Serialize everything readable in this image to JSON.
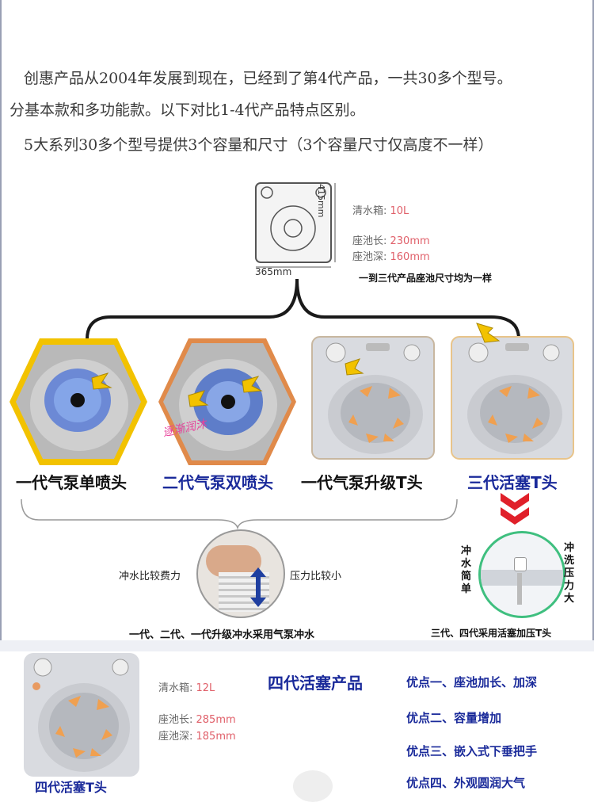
{
  "intro": {
    "line1": "创惠产品从2004年发展到现在，已经到了第4代产品，一共30多个型号。",
    "line2": "分基本款和多功能款。以下对比1-4代产品特点区别。",
    "line3": "5大系列30多个型号提供3个容量和尺寸（3个容量尺寸仅高度不一样）"
  },
  "spec_top": {
    "height_dim": "415mm",
    "width_dim": "365mm",
    "tank_label": "清水箱: ",
    "tank_value": "10L",
    "seat_len_label": "座池长: ",
    "seat_len_value": "230mm",
    "seat_dep_label": "座池深: ",
    "seat_dep_value": "160mm",
    "note": "一到三代产品座池尺寸均为一样"
  },
  "products": [
    {
      "caption": "一代气泵单喷头"
    },
    {
      "caption": "二代气泵双喷头",
      "watermark": "逐渐润沐"
    },
    {
      "caption": "一代气泵升级T头"
    },
    {
      "caption": "三代活塞T头"
    }
  ],
  "pump": {
    "left_label": "冲水比较费力",
    "right_label": "压力比较小",
    "bottom_note": "一代、二代、一代升级冲水采用气泵冲水"
  },
  "piston": {
    "left_vertical": "冲水简单",
    "right_vertical": "冲洗压力大",
    "bottom_note": "三代、四代采用活塞加压T头"
  },
  "gen4": {
    "tank_label": "清水箱: ",
    "tank_value": "12L",
    "seat_len_label": "座池长: ",
    "seat_len_value": "285mm",
    "seat_dep_label": "座池深: ",
    "seat_dep_value": "185mm",
    "title": "四代活塞产品",
    "caption": "四代活塞T头",
    "advantages": [
      "优点一、座池加长、加深",
      "优点二、容量增加",
      "优点三、嵌入式下垂把手",
      "优点四、外观圆润大气"
    ]
  },
  "colors": {
    "accent_blue": "#1a2a9a",
    "value_pink": "#e0606a",
    "arrow_orange": "#f0a050",
    "gen1_frame": "#f2c200",
    "gen2_frame": "#e08a4a",
    "red_chevron": "#e0202a"
  }
}
